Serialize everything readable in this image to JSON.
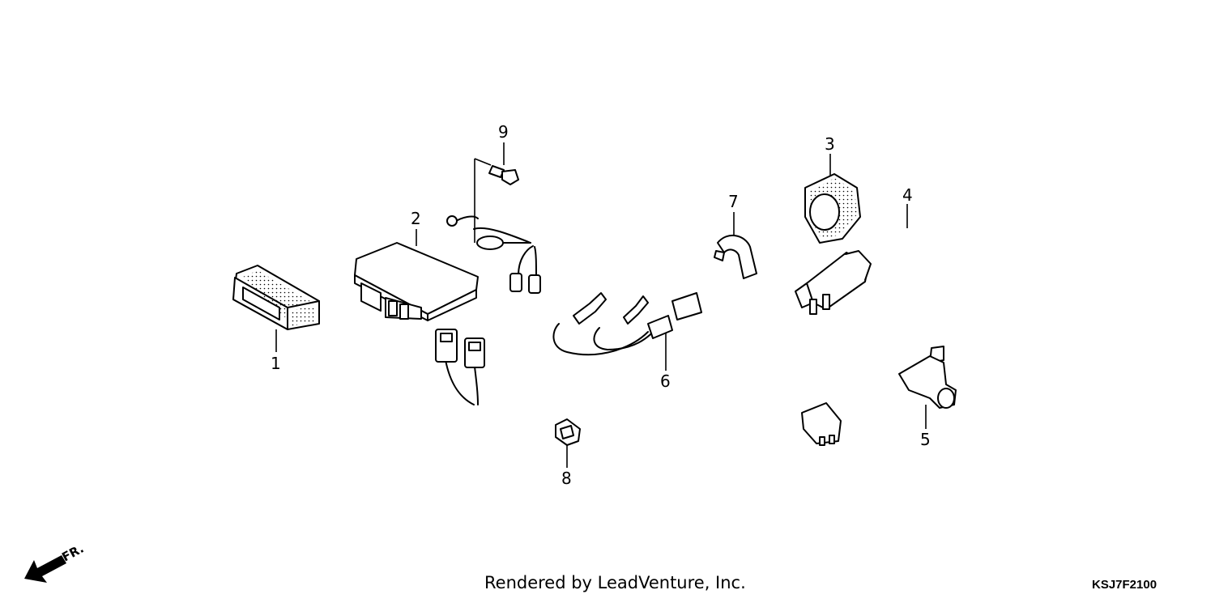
{
  "diagram": {
    "callouts": [
      "1",
      "2",
      "3",
      "4",
      "5",
      "6",
      "7",
      "8",
      "9"
    ],
    "direction_label": "FR.",
    "credit": "Rendered by LeadVenture, Inc.",
    "code": "KSJ7F2100"
  }
}
